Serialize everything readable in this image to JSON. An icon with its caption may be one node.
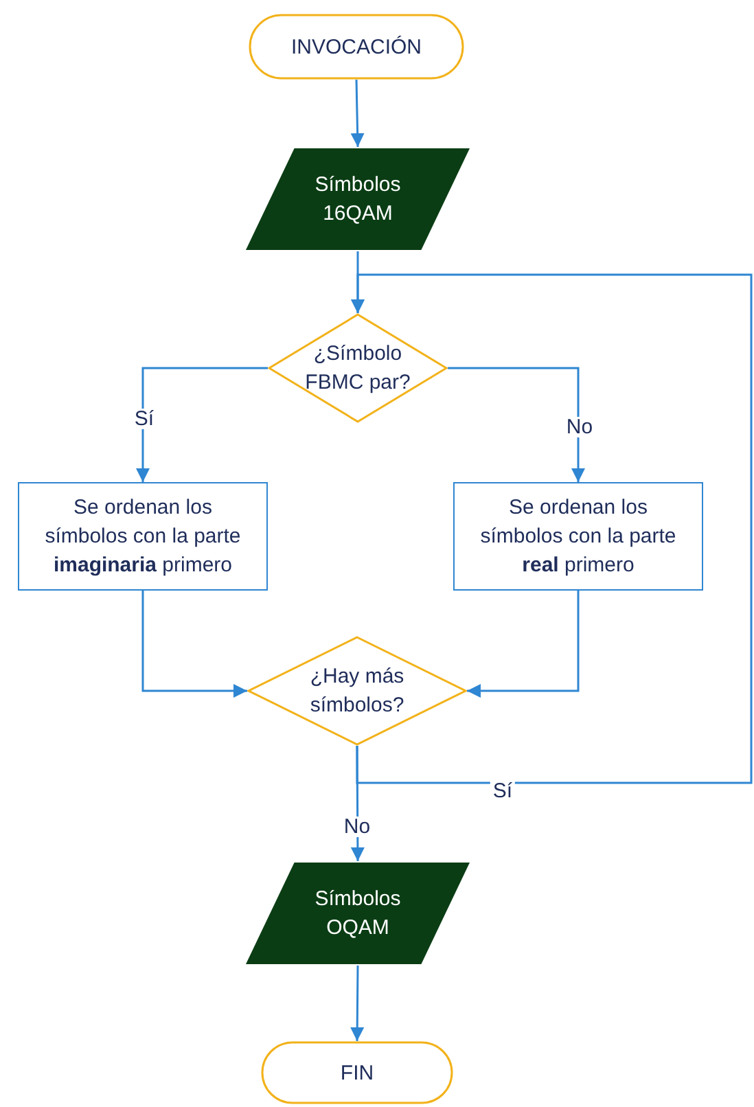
{
  "diagram": {
    "nodes": [
      {
        "text": [
          "INVOCACIÓN"
        ]
      },
      {
        "text": [
          "Símbolos 16QAM"
        ]
      },
      {
        "text": [
          "¿Símbolo FBMC par?"
        ]
      },
      {
        "text": [
          "Se ordenan los símbolos con la parte **imaginaria** primero"
        ]
      },
      {
        "text": [
          "Se ordenan los símbolos con la parte **real** primero"
        ]
      },
      {
        "text": [
          "¿Hay más símbolos?"
        ]
      },
      {
        "text": [
          "Símbolos OQAM"
        ]
      },
      {
        "text": [
          "FIN"
        ]
      }
    ],
    "edges": [
      {
        "from": 0,
        "to": 1,
        "arrow": "to"
      },
      {
        "from": 1,
        "to": 2,
        "arrow": "to"
      },
      {
        "from": 2,
        "to": 3,
        "arrow": "to",
        "label": "Sí"
      },
      {
        "from": 2,
        "to": 4,
        "arrow": "to",
        "label": "No"
      },
      {
        "from": 3,
        "to": 5,
        "arrow": "to"
      },
      {
        "from": 4,
        "to": 5,
        "arrow": "to"
      },
      {
        "from": 5,
        "to": 6,
        "arrow": "to",
        "label": "No"
      },
      {
        "from": 5,
        "to": 2,
        "arrow": "to",
        "label": "Sí"
      },
      {
        "from": 6,
        "to": 7,
        "arrow": "to"
      }
    ]
  }
}
